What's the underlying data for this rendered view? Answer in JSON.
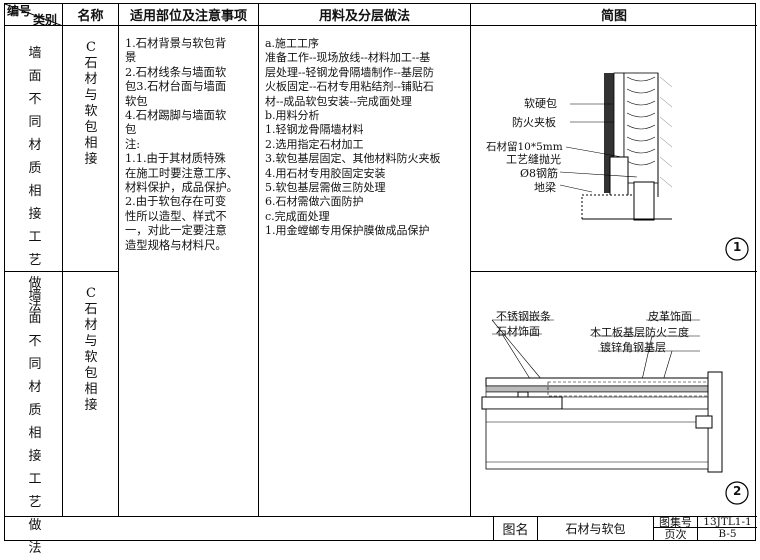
{
  "header": {
    "code_label": "编号",
    "category_label": "类别",
    "name_label": "名称",
    "notes_label": "适用部位及注意事项",
    "method_label": "用料及分层做法",
    "sketch_label": "简图"
  },
  "rows": [
    {
      "category": [
        "墙",
        "面",
        "不",
        "同",
        "材",
        "质",
        "相",
        "接",
        "工",
        "艺",
        "做",
        "法"
      ],
      "name": [
        "C",
        "石",
        "材",
        "与",
        "软",
        "包",
        "相",
        "接"
      ],
      "notes": [
        "1.石材背景与软包背",
        "景",
        "2.石材线条与墙面软",
        "包3.石材台面与墙面",
        "软包",
        "4.石材踢脚与墙面软",
        "包",
        "注:",
        "1.1.由于其材质特殊",
        "在施工时要注意工序、",
        "材料保护，成品保护。",
        "2.由于软包存在可变",
        "性所以造型、样式不",
        "一，对此一定要注意",
        "造型规格与材料尺。"
      ],
      "method": [
        "a.施工工序",
        "准备工作--现场放线--材料加工--基",
        "层处理--轻钢龙骨隔墙制作--基层防",
        "火板固定--石材专用粘结剂--铺贴石",
        "材--成品软包安装--完成面处理",
        "b.用料分析",
        "1.轻钢龙骨隔墙材料",
        "2.选用指定石材加工",
        "3.软包基层固定、其他材料防火夹板",
        "4.用石材专用胶固定安装",
        "5.软包基层需做三防处理",
        "6.石材需做六面防护",
        "c.完成面处理",
        "1.用金螳螂专用保护膜做成品保护"
      ],
      "diagram": {
        "labels": [
          "软硬包",
          "防火夹板",
          "石材留10*5mm",
          "工艺缝抛光",
          "Ø8钢筋",
          "地梁"
        ],
        "number": "1"
      }
    },
    {
      "category": [
        "墙",
        "面",
        "不",
        "同",
        "材",
        "质",
        "相",
        "接",
        "工",
        "艺",
        "做",
        "法"
      ],
      "name": [
        "C",
        "石",
        "材",
        "与",
        "软",
        "包",
        "相",
        "接"
      ],
      "diagram": {
        "labels": [
          "不锈钢嵌条",
          "石材饰面",
          "皮革饰面",
          "木工板基层防火三度",
          "镀锌角钢基层"
        ],
        "number": "2"
      }
    }
  ],
  "footer": {
    "drawing_name_label": "图名",
    "drawing_name": "石材与软包",
    "atlas_no_label": "图集号",
    "atlas_no": "13JTL1-1",
    "page_label": "页次",
    "page": "B-5"
  }
}
